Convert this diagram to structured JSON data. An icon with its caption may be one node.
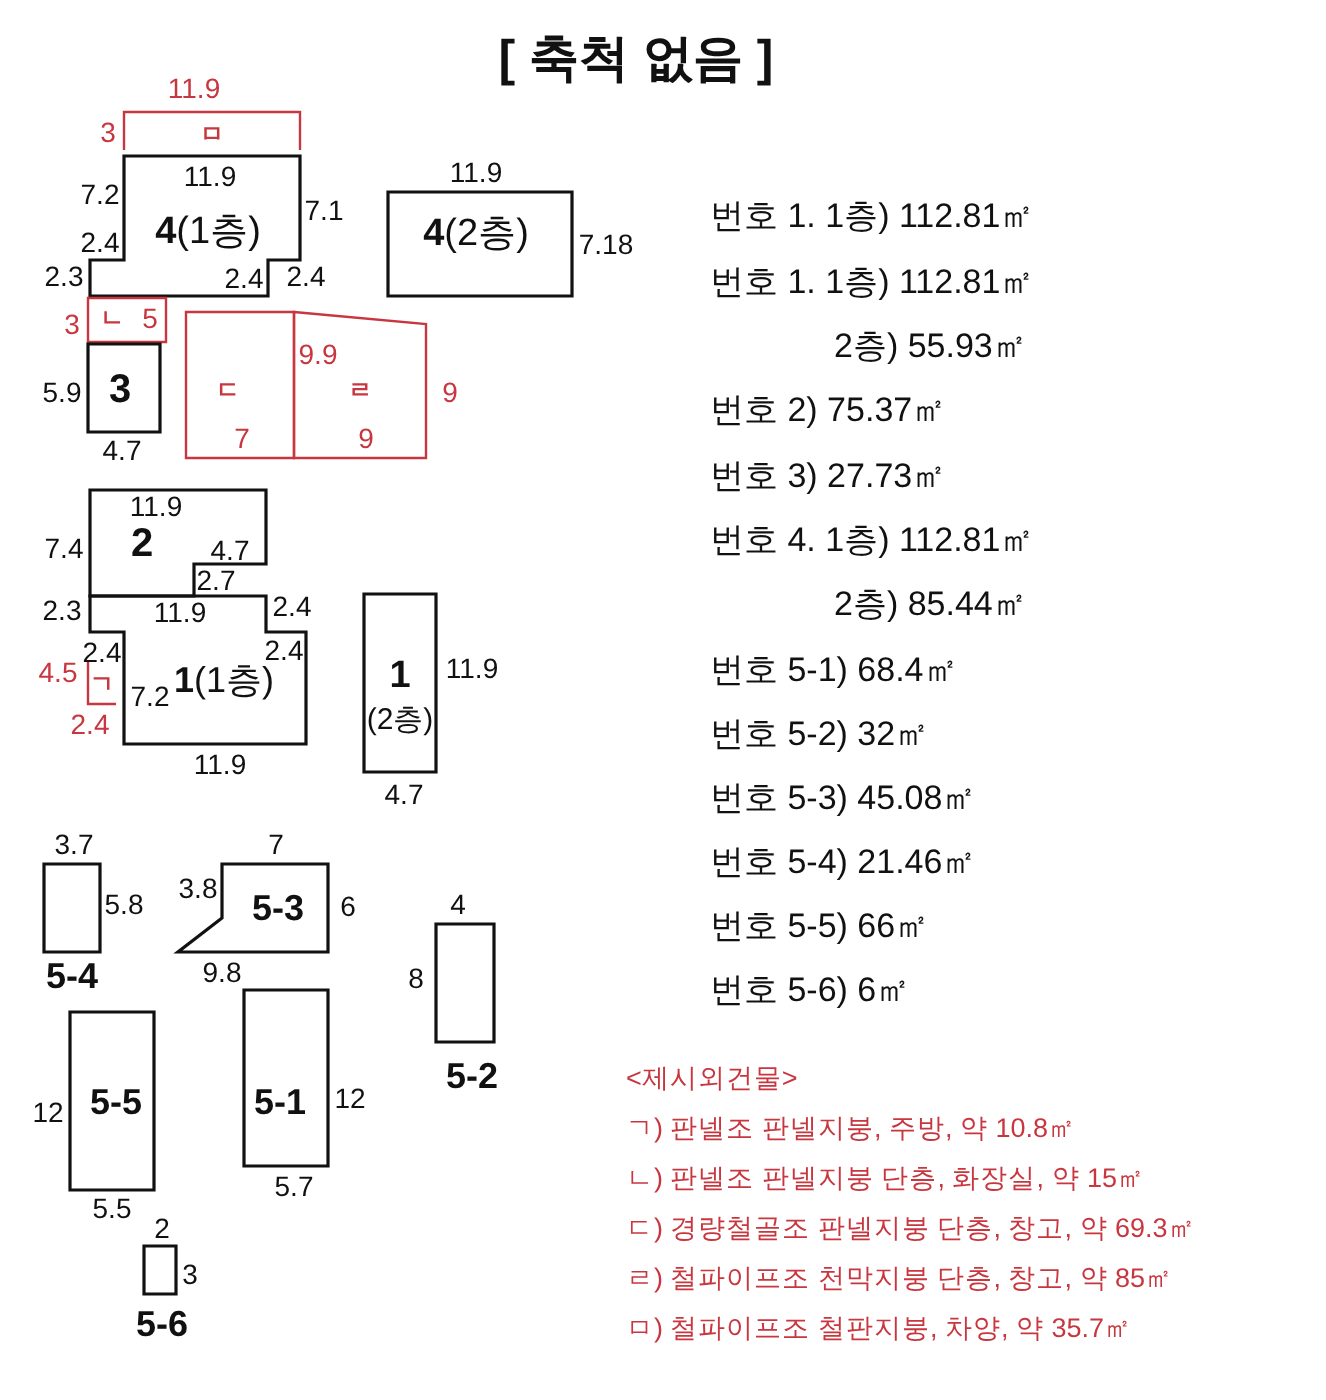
{
  "diagram": {
    "title": "[ 축척 없음 ]",
    "nodes": [
      {
        "text": [
          "ㅁ"
        ],
        "beside": [
          "11.9",
          "3"
        ]
      },
      {
        "text": [
          "11.9",
          "**4**(1층)",
          "2.4"
        ],
        "beside": [
          "7.2",
          "2.4",
          "2.3",
          "2.4",
          "7.1"
        ]
      },
      {
        "text": [
          "**4**(2층)"
        ],
        "beside": [
          "11.9",
          "7.18"
        ]
      },
      {
        "text": [
          "ㄴ",
          "5"
        ],
        "beside": [
          "3"
        ]
      },
      {
        "text": [
          "3"
        ],
        "beside": [
          "5.9",
          "4.7"
        ]
      },
      {
        "text": [
          "ㄷ",
          "7"
        ]
      },
      {
        "text": [
          "9.9",
          "ㄹ",
          "9"
        ],
        "beside": [
          "9"
        ]
      },
      {
        "text": [
          "11.9",
          "2",
          "4.7"
        ],
        "beside": [
          "7.4",
          "2.7"
        ]
      },
      {
        "text": [
          "11.9",
          "2.4",
          "7.2",
          "**1**(1층)"
        ],
        "beside": [
          "2.3",
          "2.4",
          "2.4",
          "11.9"
        ]
      },
      {
        "text": [
          "ㄱ"
        ],
        "beside": [
          "4.5",
          "2.4"
        ]
      },
      {
        "text": [
          "1",
          "(2층)"
        ],
        "beside": [
          "11.9",
          "4.7"
        ]
      },
      {
        "text": [
          "5-4"
        ],
        "beside": [
          "3.7",
          "5.8"
        ]
      },
      {
        "text": [
          "5-3"
        ],
        "beside": [
          "7",
          "3.8",
          "6",
          "9.8"
        ]
      },
      {
        "text": [
          "5-2"
        ],
        "beside": [
          "4",
          "8"
        ]
      },
      {
        "text": [
          "5-5"
        ],
        "beside": [
          "12",
          "5.5"
        ]
      },
      {
        "text": [
          "5-1"
        ],
        "beside": [
          "12",
          "5.7"
        ]
      },
      {
        "text": [
          "5-6"
        ],
        "beside": [
          "2",
          "3"
        ]
      }
    ],
    "labels": [
      "번호 1. 1층) 112.81㎡",
      "번호 1. 1층) 112.81㎡",
      "2층) 55.93㎡",
      "번호 2) 75.37㎡",
      "번호 3) 27.73㎡",
      "번호 4. 1층) 112.81㎡",
      "2층) 85.44㎡",
      "번호 5-1) 68.4㎡",
      "번호 5-2) 32㎡",
      "번호 5-3) 45.08㎡",
      "번호 5-4) 21.46㎡",
      "번호 5-5) 66㎡",
      "번호 5-6) 6㎡",
      "<제시외건물>",
      "ㄱ) 판넬조 판넬지붕,  주방, 약 10.8㎡",
      "ㄴ) 판넬조 판넬지붕 단층,  화장실, 약 15㎡",
      "ㄷ) 경량철골조 판넬지붕 단층,  창고, 약 69.3㎡",
      "ㄹ) 철파이프조 천막지붕 단층,  창고, 약 85㎡",
      "ㅁ) 철파이프조 철판지붕,  차양, 약 35.7㎡"
    ]
  }
}
